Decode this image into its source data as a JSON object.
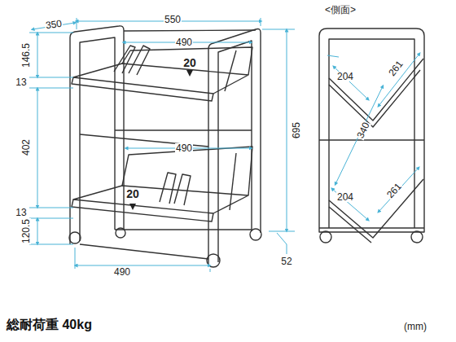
{
  "diagram": {
    "caption": "総耐荷重 40kg",
    "labels": [
      "350",
      "550",
      "490",
      "20",
      "146.5",
      "13",
      "402",
      "695",
      "490",
      "20",
      "13",
      "120.5",
      "490",
      "52",
      "<側面>",
      "204",
      "261",
      "340",
      "204",
      "261",
      "(mm)"
    ]
  }
}
